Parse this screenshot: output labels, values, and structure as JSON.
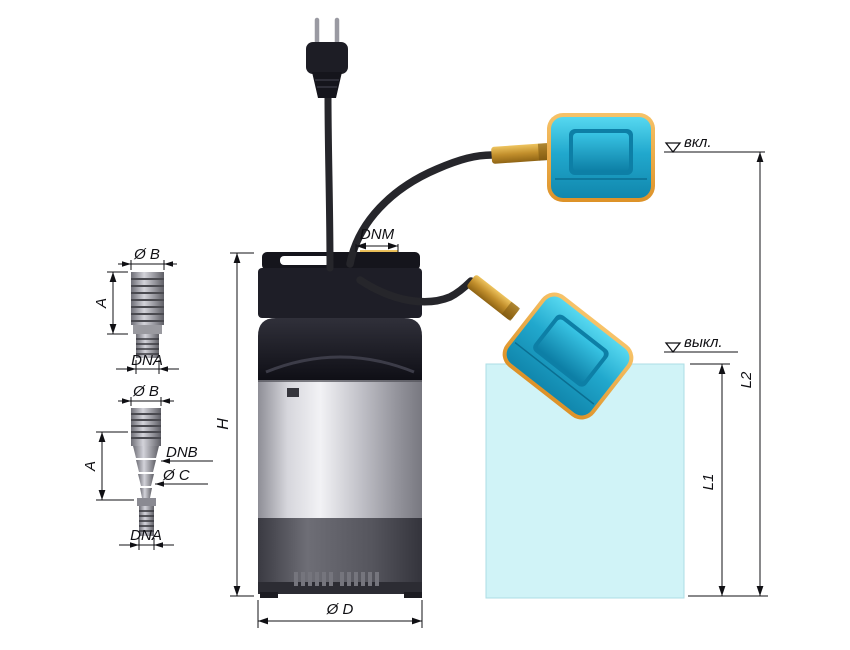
{
  "labels": {
    "dnm": "DNM",
    "height": "H",
    "diameter_d": "Ø D",
    "l1": "L1",
    "l2": "L2",
    "level_on": "вкл.",
    "level_off": "выкл."
  },
  "adapter1": {
    "dia_b": "Ø B",
    "a": "A",
    "dna": "DNA"
  },
  "adapter2": {
    "dia_b": "Ø B",
    "a": "A",
    "dnb": "DNB",
    "dia_c": "Ø C",
    "dna": "DNA"
  },
  "colors": {
    "float_body": "#24aed3",
    "float_frame": "#eeab3e",
    "water": "#c8f1f6",
    "cable": "#26262b",
    "brass": "#c28f2c",
    "steel": "#c6c6cd",
    "pump_dark": "#1b1b23",
    "dim_line": "#101014"
  }
}
